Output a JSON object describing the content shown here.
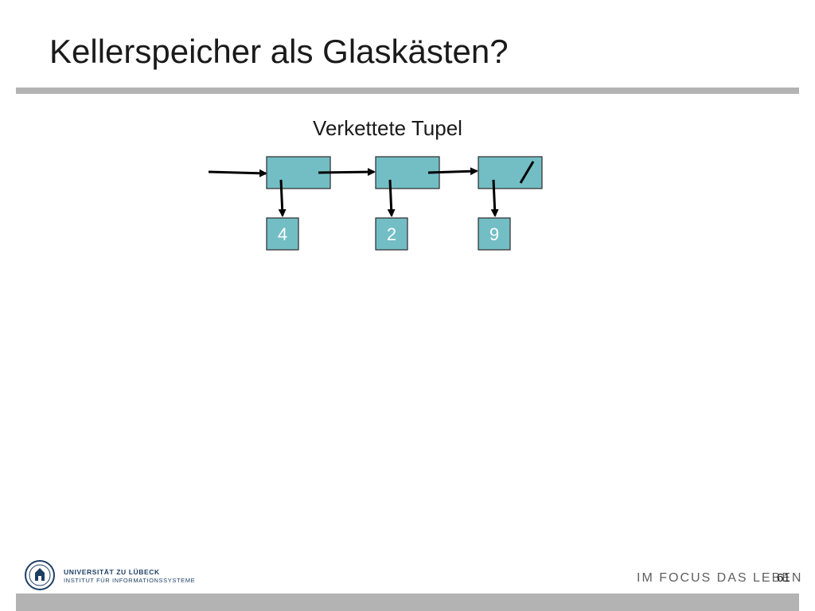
{
  "slide": {
    "title": "Kellerspeicher als Glaskästen?"
  },
  "diagram": {
    "caption": "Verkettete Tupel",
    "nodes": [
      {
        "value": "4",
        "next": "node"
      },
      {
        "value": "2",
        "next": "node"
      },
      {
        "value": "9",
        "next": "null"
      }
    ],
    "colors": {
      "node_fill": "#73bec5",
      "arrow": "#000000"
    }
  },
  "footer": {
    "logo_text_line1": "UNIVERSITÄT ZU LÜBECK",
    "logo_text_line2": "INSTITUT FÜR INFORMATIONSSYSTEME",
    "slogan": "IM FOCUS DAS LEBEN",
    "page_number": "61",
    "colors": {
      "bar": "#b3b3b3",
      "logo": "#1d3f64"
    }
  }
}
